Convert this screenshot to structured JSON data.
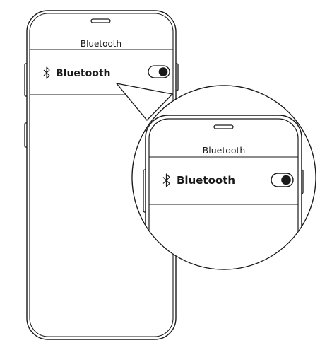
{
  "phone": {
    "header_title": "Bluetooth",
    "setting_label": "Bluetooth",
    "toggle_state": "on"
  },
  "zoom": {
    "header_title": "Bluetooth",
    "setting_label": "Bluetooth",
    "toggle_state": "on"
  },
  "icons": {
    "bluetooth": "bluetooth-icon",
    "toggle": "toggle-switch"
  },
  "colors": {
    "line": "#1a1a1a",
    "background": "#ffffff"
  }
}
